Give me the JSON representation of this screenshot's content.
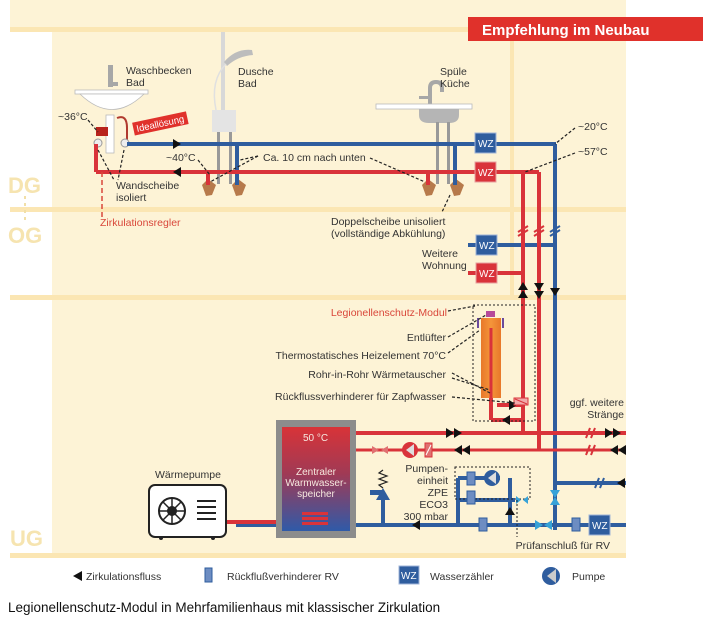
{
  "banner": {
    "title": "Empfehlung im Neubau",
    "color": "#e0312b"
  },
  "floors": {
    "dg": "DG",
    "og": "OG",
    "ug": "UG"
  },
  "colors": {
    "background": "#fdf3d6",
    "floor_band": "#fbe6b3",
    "hot_pipe": "#d9333a",
    "cold_pipe": "#2f5d9e",
    "module_orange": "#f0852a",
    "tank_gray": "#8c8c8c"
  },
  "fixtures": {
    "washbasin": "Waschbecken",
    "washbasin_room": "Bad",
    "shower": "Dusche",
    "shower_room": "Bad",
    "sink": "Spüle",
    "sink_room": "Küche"
  },
  "annotations": {
    "temp_36": "~36°C",
    "temp_40": "~40°C",
    "temp_20": "~20°C",
    "temp_57": "~57°C",
    "ideal": "Ideallösung",
    "ca10cm": "Ca. 10 cm nach unten",
    "wandscheibe_1": "Wandscheibe",
    "wandscheibe_2": "isoliert",
    "zirkulationsregler": "Zirkulationsregler",
    "doppelscheibe_1": "Doppelscheibe unisoliert",
    "doppelscheibe_2": "(vollständige Abkühlung)",
    "weitere_1": "Weitere",
    "weitere_2": "Wohnung",
    "module": "Legionellenschutz-Modul",
    "entlufter": "Entlüfter",
    "heizelement": "Thermostatisches Heizelement 70°C",
    "waermetauscher": "Rohr-in-Rohr Wärmetauscher",
    "rueckfluss": "Rückflussverhinderer für Zapfwasser",
    "ggf_1": "ggf. weitere",
    "ggf_2": "Stränge",
    "tank_temp": "50 °C",
    "tank_1": "Zentraler",
    "tank_2": "Warmwasser-",
    "tank_3": "speicher",
    "heatpump": "Wärmepumpe",
    "pump_unit_1": "Pumpen-",
    "pump_unit_2": "einheit",
    "pump_unit_3": "ZPE",
    "pump_unit_4": "ECO3",
    "pump_unit_5": "300 mbar",
    "pruefanschluss": "Prüfanschluß für RV"
  },
  "meter_label": "WZ",
  "legend": [
    {
      "icon": "circulation-arrow-icon",
      "label": "Zirkulationsfluss"
    },
    {
      "icon": "check-valve-icon",
      "label": "Rückflußverhinderer RV"
    },
    {
      "icon": "water-meter-icon",
      "label": "Wasserzähler"
    },
    {
      "icon": "pump-icon",
      "label": "Pumpe"
    }
  ],
  "caption": "Legionellenschutz-Modul in Mehrfamilienhaus mit klassischer Zirkulation"
}
